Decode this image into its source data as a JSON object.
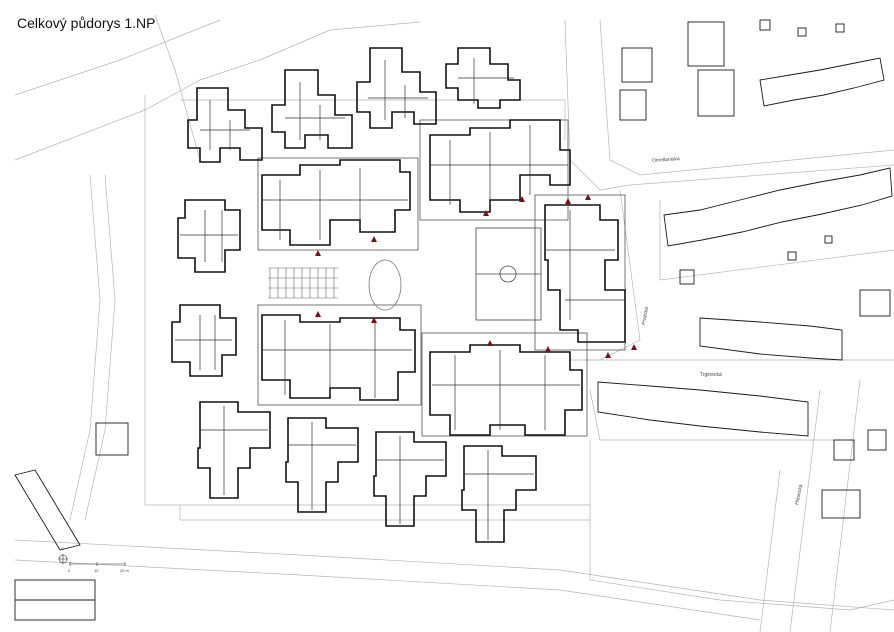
{
  "title": "Celkový půdorys 1.NP",
  "streets": {
    "north_east": "Ornellaniska",
    "east_vertical": "Pražská",
    "south_east": "Trginecká",
    "far_east": "Hlásecká"
  },
  "scale": {
    "north_label": "S",
    "ticks": [
      "0",
      "10",
      "20 m"
    ]
  },
  "colors": {
    "line": "#1a1a1a",
    "light_line": "#9a9a9a",
    "entrance_marker": "#7a1010"
  }
}
